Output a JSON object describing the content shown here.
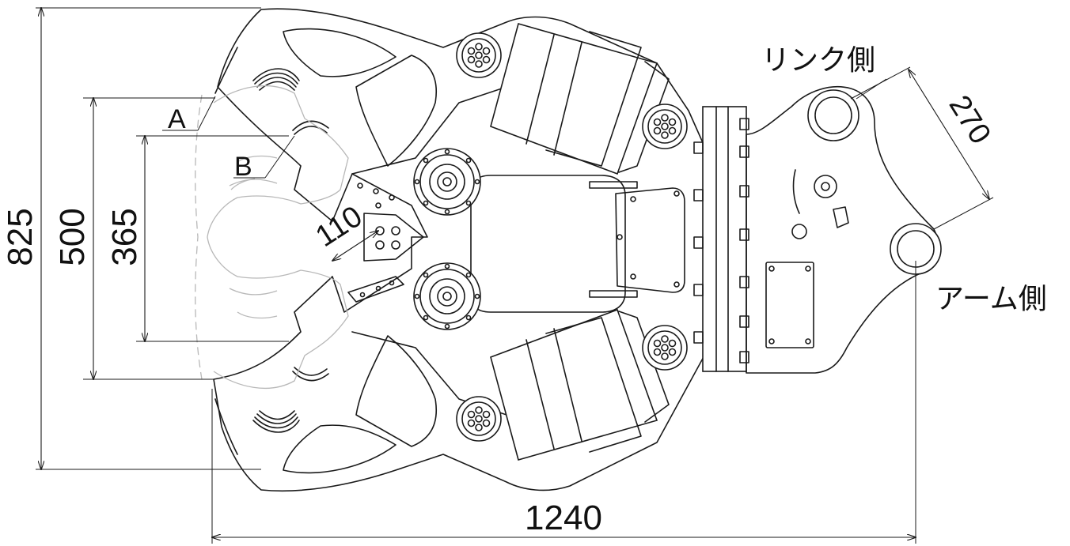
{
  "dimensions": {
    "overall_height": "825",
    "opening_a": "500",
    "opening_b": "365",
    "blade_length": "110",
    "pin_spacing": "270",
    "overall_length": "1240"
  },
  "labels": {
    "point_a": "A",
    "point_b": "B",
    "link_side": "リンク側",
    "arm_side": "アーム側"
  }
}
